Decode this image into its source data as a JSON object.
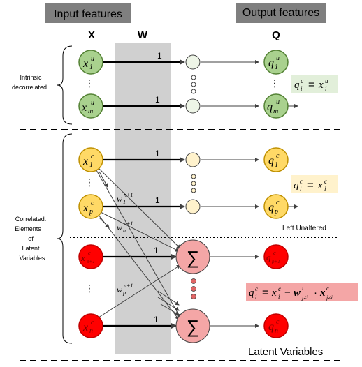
{
  "headers": {
    "input": "Input features",
    "output": "Output features"
  },
  "columns": {
    "x": "X",
    "w": "W",
    "q": "Q"
  },
  "groups": {
    "intrinsic": [
      "Intrinsic",
      "decorrelated"
    ],
    "correlated": [
      "Correlated:",
      "Elements",
      "of",
      "Latent",
      "Variables"
    ]
  },
  "weights": {
    "one": "1"
  },
  "labels": {
    "left_unaltered": "Left Unaltered",
    "latent_variables": "Latent Variables",
    "sum": "∑",
    "vdots": "⋮"
  },
  "colors": {
    "green_fill": "#a9d18e",
    "green_stroke": "#548235",
    "yellow_fill": "#ffd966",
    "yellow_stroke": "#bf9000",
    "red_fill": "#ff0000",
    "red_stroke": "#c00000",
    "pink_fill": "#f4a6a6",
    "weight_band": "#d0d0d0",
    "header_bg": "#7f7f7f"
  }
}
